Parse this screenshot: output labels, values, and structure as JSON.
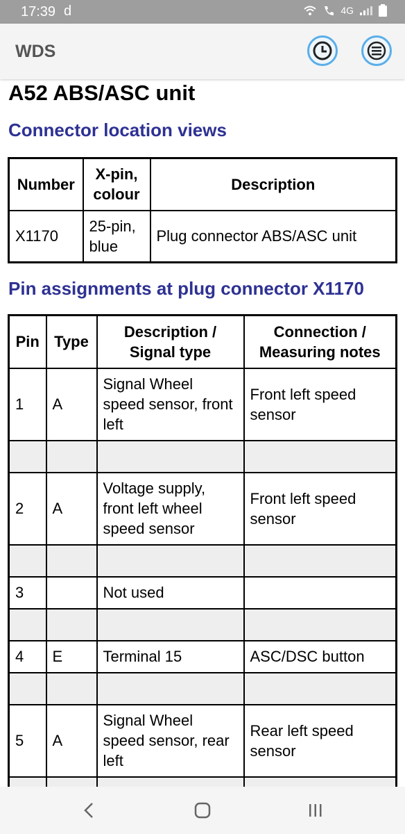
{
  "status": {
    "time": "17:39",
    "carrier": "d",
    "net": "4G"
  },
  "app": {
    "title": "WDS"
  },
  "page": {
    "title": "A52 ABS/ASC unit",
    "section1": "Connector location views",
    "section2": "Pin assignments at plug connector X1170"
  },
  "connector_table": {
    "headers": [
      "Number",
      "X-pin, colour",
      "Description"
    ],
    "rows": [
      [
        "X1170",
        "25-pin, blue",
        "Plug connector ABS/ASC unit"
      ]
    ]
  },
  "pin_table": {
    "headers": [
      "Pin",
      "Type",
      "Description / Signal type",
      "Connection / Measuring notes"
    ],
    "rows": [
      [
        "1",
        "A",
        "Signal Wheel speed sensor, front left",
        "Front left speed sensor"
      ],
      [
        "2",
        "A",
        "Voltage supply, front left wheel speed sensor",
        "Front left speed sensor"
      ],
      [
        "3",
        "",
        "Not used",
        ""
      ],
      [
        "4",
        "E",
        "Terminal 15",
        "ASC/DSC button"
      ],
      [
        "5",
        "A",
        "Signal Wheel speed sensor, rear left",
        "Rear left speed sensor"
      ]
    ]
  },
  "icons": {
    "clock": "clock-icon",
    "menu": "hamburger-menu-icon",
    "back": "back-icon",
    "home": "home-icon",
    "recents": "recents-icon"
  },
  "colors": {
    "heading": "#2e3192",
    "accent": "#5aaee8",
    "statusbar": "#9e9e9e"
  }
}
